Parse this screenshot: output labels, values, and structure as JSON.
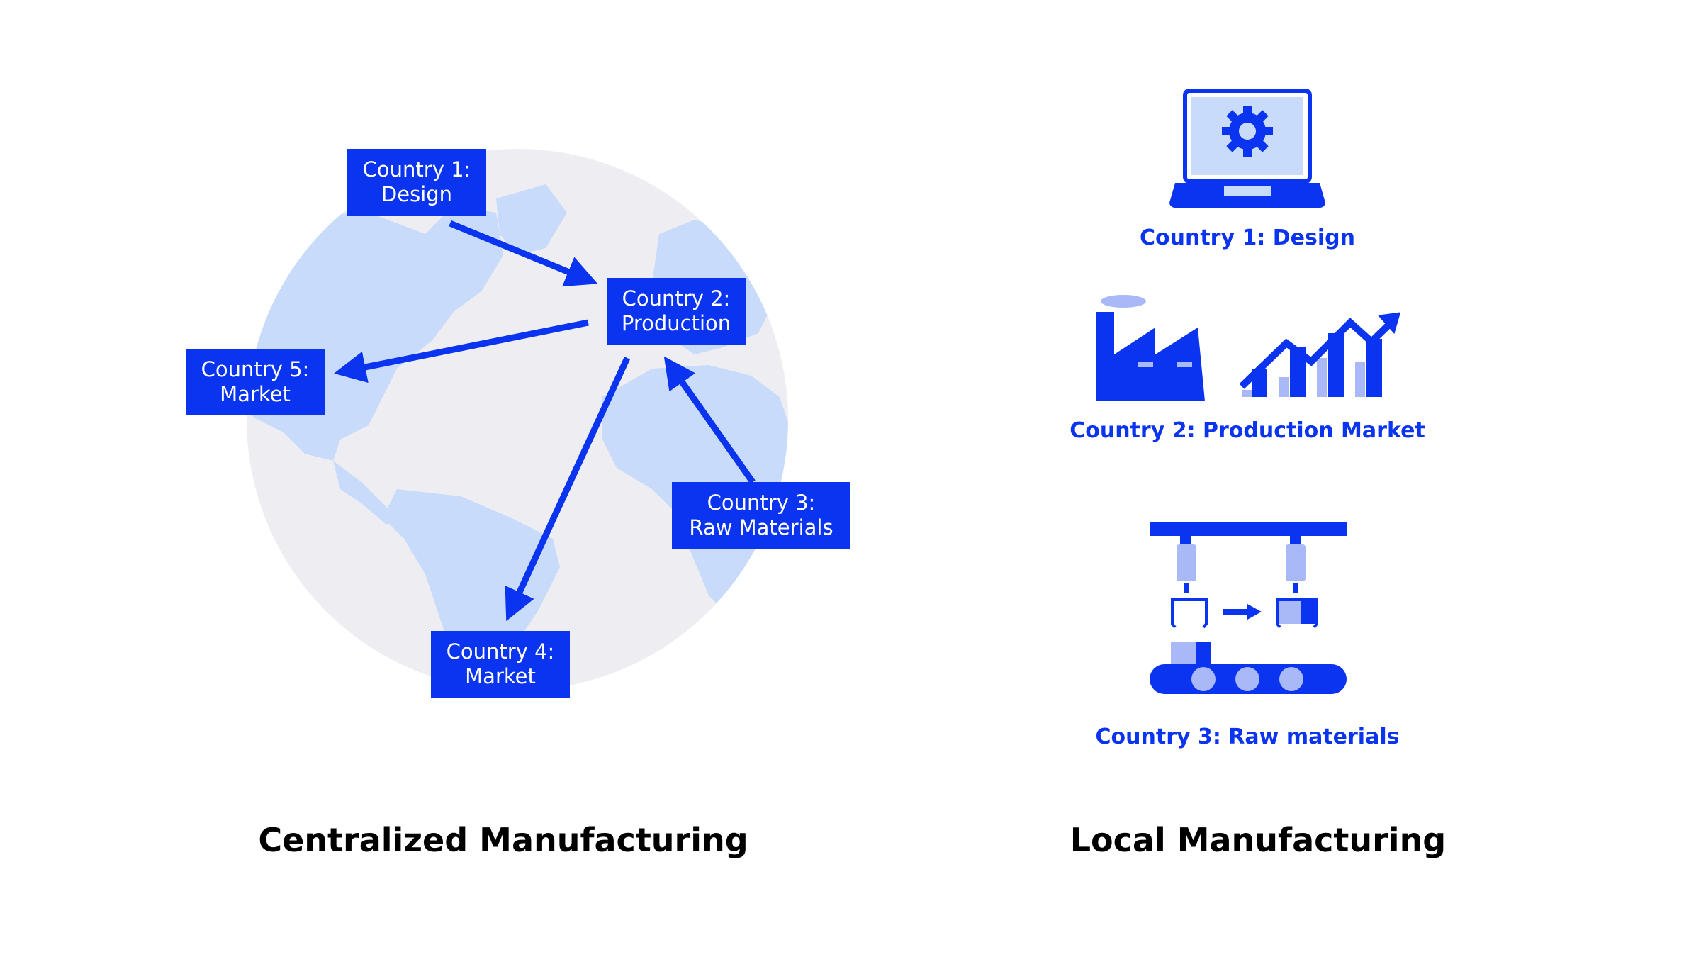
{
  "colors": {
    "accent": "#0a34f0",
    "accent_light": "#a9b8f7",
    "land": "#c8dbfa",
    "globe": "#eeeef2"
  },
  "centralized": {
    "title": "Centralized Manufacturing",
    "labels": {
      "design": [
        "Country 1:",
        "Design"
      ],
      "production": [
        "Country 2:",
        "Production"
      ],
      "raw": [
        "Country 3:",
        "Raw Materials"
      ],
      "market4": [
        "Country 4:",
        "Market"
      ],
      "market5": [
        "Country 5:",
        "Market"
      ]
    }
  },
  "local": {
    "title": "Local Manufacturing",
    "items": {
      "design": {
        "caption": "Country 1: Design",
        "icon": "laptop-gear-icon"
      },
      "production": {
        "caption": "Country 2: Production Market",
        "icons": [
          "factory-icon",
          "growth-chart-icon"
        ]
      },
      "raw": {
        "caption": "Country 3: Raw materials",
        "icon": "robotic-assembly-line-icon"
      }
    }
  }
}
